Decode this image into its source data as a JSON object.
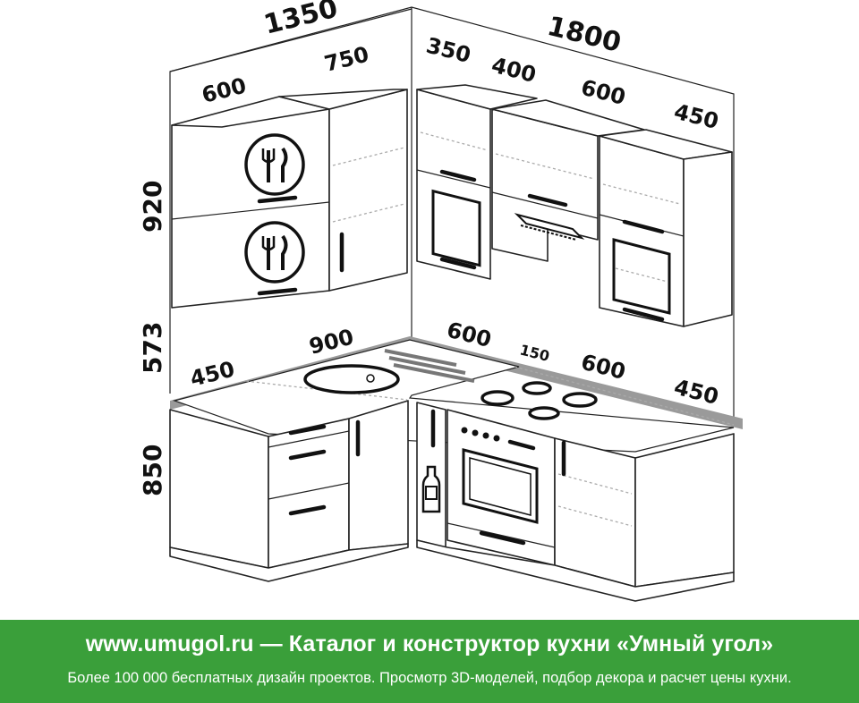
{
  "dimensions": {
    "left_wall_total": "1350",
    "right_wall_total": "1800",
    "upper_left_600": "600",
    "upper_left_750": "750",
    "upper_right_350": "350",
    "upper_right_400": "400",
    "upper_right_600": "600",
    "upper_right_450": "450",
    "height_upper": "920",
    "height_gap": "573",
    "height_base": "850",
    "base_left_450": "450",
    "base_left_900": "900",
    "base_right_600": "600",
    "base_right_150": "150",
    "base_right_600b": "600",
    "base_right_450": "450"
  },
  "banner": {
    "title": "www.umugol.ru — Каталог и конструктор кухни «Умный угол»",
    "subtitle": "Более 100 000 бесплатных дизайн проектов. Просмотр 3D-моделей, подбор декора и расчет цены кухни."
  },
  "colors": {
    "banner_green": "#3a9f3a",
    "countertop_gray": "#9a9a9a"
  }
}
